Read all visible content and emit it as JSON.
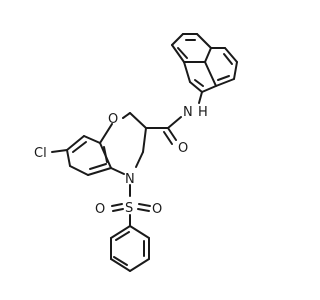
{
  "colors": {
    "bond": "#1a1a1a",
    "label": "#1a1a1a",
    "background": "#ffffff"
  },
  "atoms": {
    "amide_n": "N",
    "amide_h": "H",
    "carbonyl_o": "O",
    "ring_o": "O",
    "ring_n": "N",
    "chlorine": "Cl",
    "sulfur": "S",
    "sulfonyl_o_left": "O",
    "sulfonyl_o_right": "O"
  }
}
